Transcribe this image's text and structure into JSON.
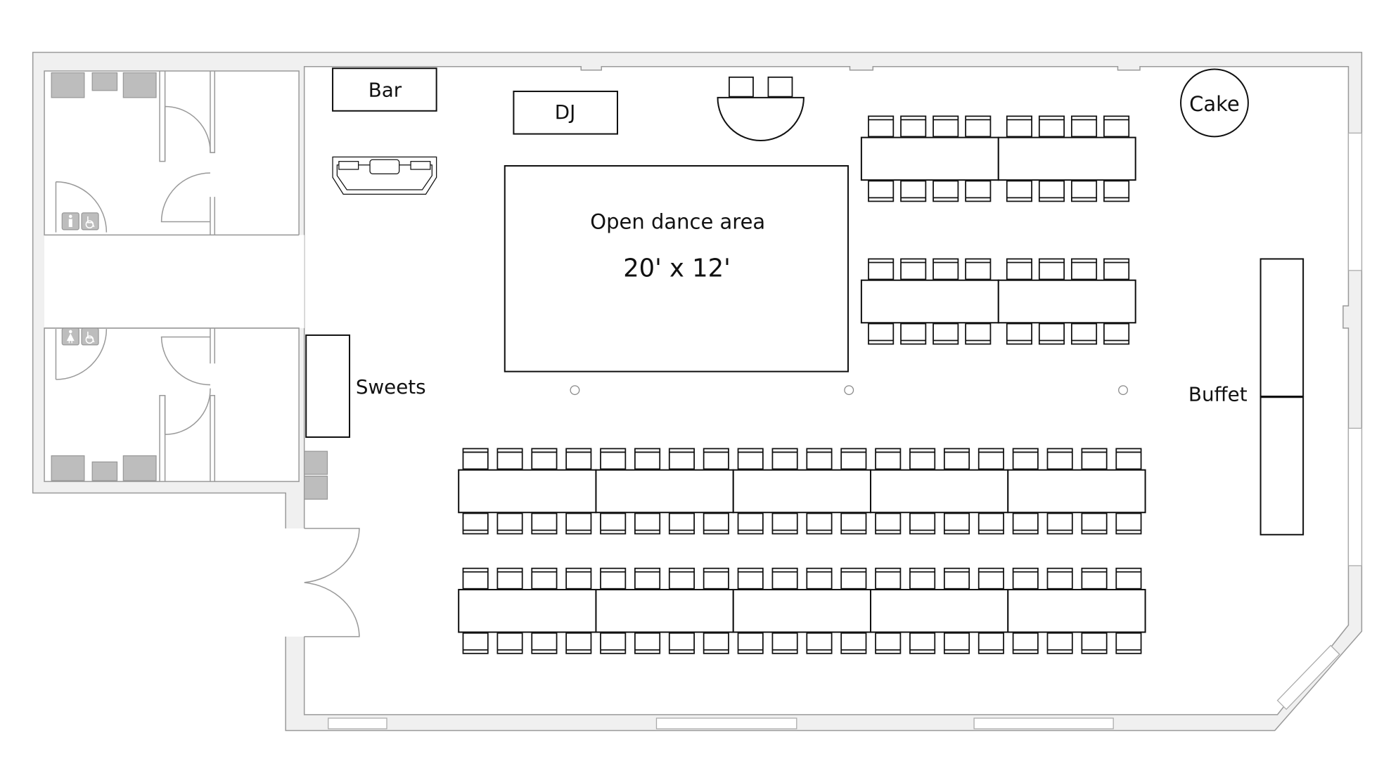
{
  "labels": {
    "bar": "Bar",
    "dj": "DJ",
    "cake": "Cake",
    "dance_area": "Open dance area",
    "dance_size": "20' x 12'",
    "sweets": "Sweets",
    "buffet": "Buffet"
  },
  "restrooms": [
    {
      "name": "mens-restroom",
      "icons": [
        "man-icon",
        "wheelchair-icon"
      ]
    },
    {
      "name": "womens-restroom",
      "icons": [
        "woman-icon",
        "wheelchair-icon"
      ]
    }
  ],
  "seating": {
    "short_tables": {
      "rows": 2,
      "table_sections": 2,
      "chairs_per_side": 8
    },
    "long_tables": {
      "rows": 2,
      "table_sections": 5,
      "chairs_per_side": 20
    }
  },
  "colors": {
    "wall": "#f0f0f0",
    "wall_stroke": "#9a9a9a",
    "fixture": "#bdbdbd",
    "furniture_stroke": "#111111"
  }
}
